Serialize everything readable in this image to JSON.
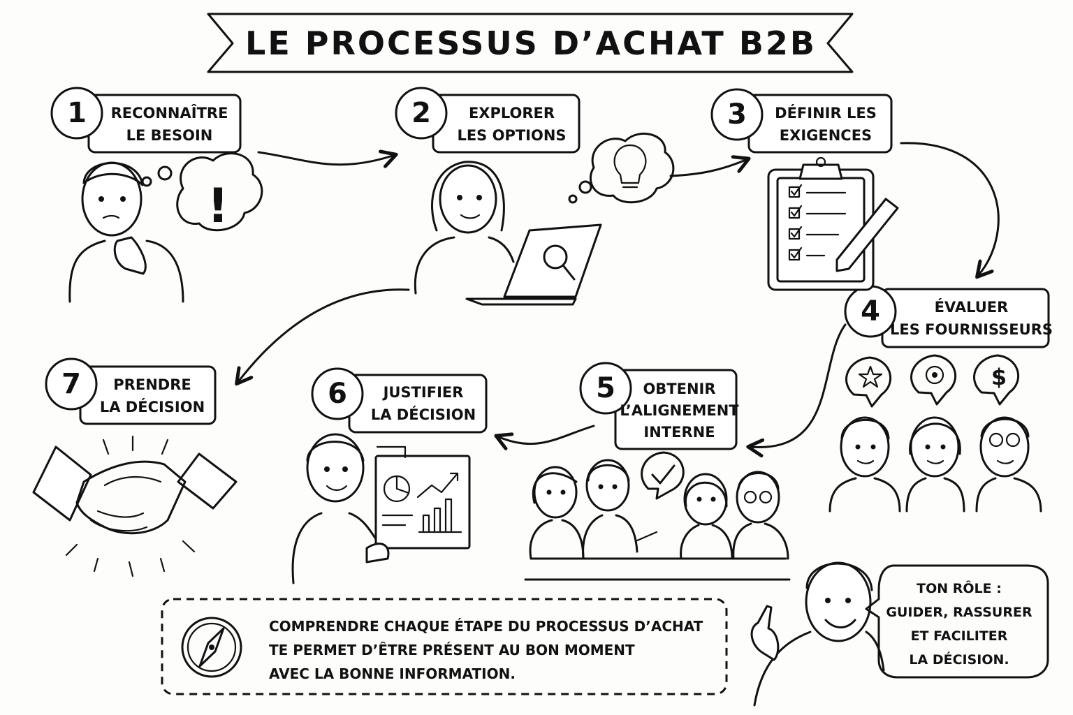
{
  "title": "LE PROCESSUS D’ACHAT B2B",
  "steps": [
    {
      "number": "1",
      "lines": [
        "RECONNAÎTRE",
        "LE BESOIN"
      ]
    },
    {
      "number": "2",
      "lines": [
        "EXPLORER",
        "LES OPTIONS"
      ]
    },
    {
      "number": "3",
      "lines": [
        "DÉFINIR LES",
        "EXIGENCES"
      ]
    },
    {
      "number": "4",
      "lines": [
        "ÉVALUER",
        "LES FOURNISSEURS"
      ]
    },
    {
      "number": "5",
      "lines": [
        "OBTENIR",
        "L’ALIGNEMENT",
        "INTERNE"
      ]
    },
    {
      "number": "6",
      "lines": [
        "JUSTIFIER",
        "LA DÉCISION"
      ]
    },
    {
      "number": "7",
      "lines": [
        "PRENDRE",
        "LA DÉCISION"
      ]
    }
  ],
  "bottom_note": {
    "lines": [
      "COMPRENDRE CHAQUE ÉTAPE DU PROCESSUS D’ACHAT",
      "TE PERMET D’ÊTRE PRÉSENT AU BON MOMENT",
      "AVEC LA BONNE INFORMATION."
    ]
  },
  "role_bubble": {
    "lines": [
      "TON RÔLE :",
      "GUIDER, RASSURER",
      "ET FACILITER",
      "LA DÉCISION."
    ]
  },
  "icons": {
    "thought_symbol": "!",
    "vendor_symbols": [
      "star-icon",
      "gear-icon",
      "dollar-icon"
    ],
    "dollar_symbol": "$"
  }
}
